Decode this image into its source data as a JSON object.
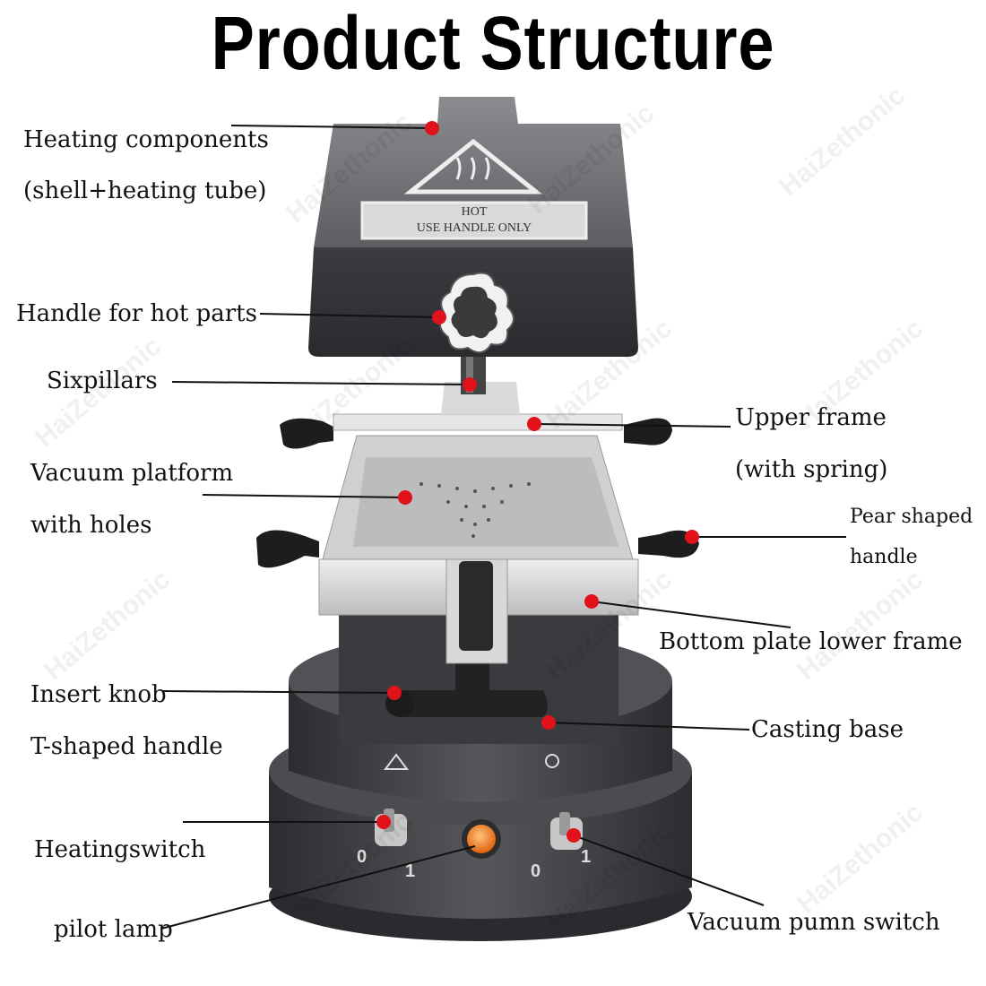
{
  "title": "Product Structure",
  "labels": {
    "heating_components_1": "Heating components",
    "heating_components_2": "(shell+heating tube)",
    "handle_hot": "Handle for hot parts",
    "sixpillars": "Sixpillars",
    "upper_frame_1": "Upper frame",
    "upper_frame_2": "(with spring)",
    "vacuum_platform_1": "Vacuum platform",
    "vacuum_platform_2": "with holes",
    "pear_handle_1": "Pear shaped",
    "pear_handle_2": "handle",
    "bottom_plate": "Bottom plate lower frame",
    "insert_knob": "Insert knob",
    "t_handle": "T-shaped handle",
    "casting_base": "Casting base",
    "heating_switch": "Heatingswitch",
    "pilot_lamp": "pilot lamp",
    "vacuum_switch": "Vacuum pumn switch"
  },
  "device_text": {
    "plate_1": "HOT",
    "plate_2": "USE HANDLE ONLY",
    "switch_left_0": "0",
    "switch_left_1": "1",
    "switch_right_0": "0",
    "switch_right_1": "1"
  },
  "watermark": "HaiZethonic",
  "colors": {
    "marker": "#e0121c",
    "body_dark": "#3a3b3e",
    "metal": "#c9c9c9",
    "lamp": "#f07a1a"
  }
}
